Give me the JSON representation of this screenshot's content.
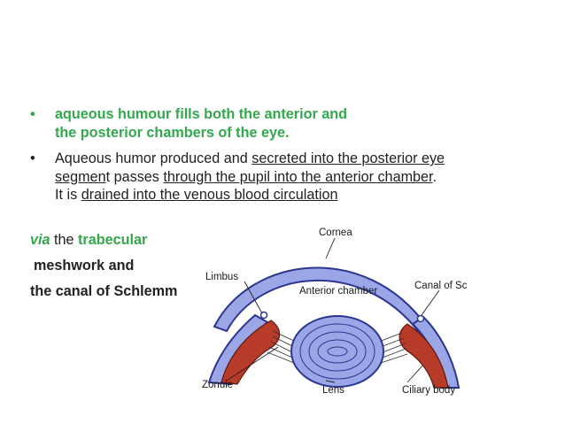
{
  "bullet1": {
    "line1": "aqueous humour fills both the anterior and",
    "line2": "the posterior chambers of the eye."
  },
  "bullet2": {
    "part1": "Aqueous humor produced and ",
    "part2": "secreted into the posterior eye",
    "part3": "segmen",
    "part4": "t passes ",
    "part5": "through the pupil into the anterior chamber",
    "part6": ".",
    "part7": "It is ",
    "part8": "drained into the venous blood circulation "
  },
  "side": {
    "via": "via",
    "the": " the ",
    "trabecular": "trabecular",
    "meshwork": "meshwork and",
    "canal": "the canal of Schlemm"
  },
  "diagram": {
    "cornea": "Cornea",
    "limbus": "Limbus",
    "anterior_chamber": "Anterior chamber",
    "canal_of_schlemm": "Canal of Schlemm",
    "zonule": "Zonule",
    "lens": "Lens",
    "ciliary_body": "Ciliary body"
  },
  "colors": {
    "accent_green": "#33a84c",
    "cornea_fill": "#9aa6e6",
    "ciliary": "#b83a28"
  }
}
